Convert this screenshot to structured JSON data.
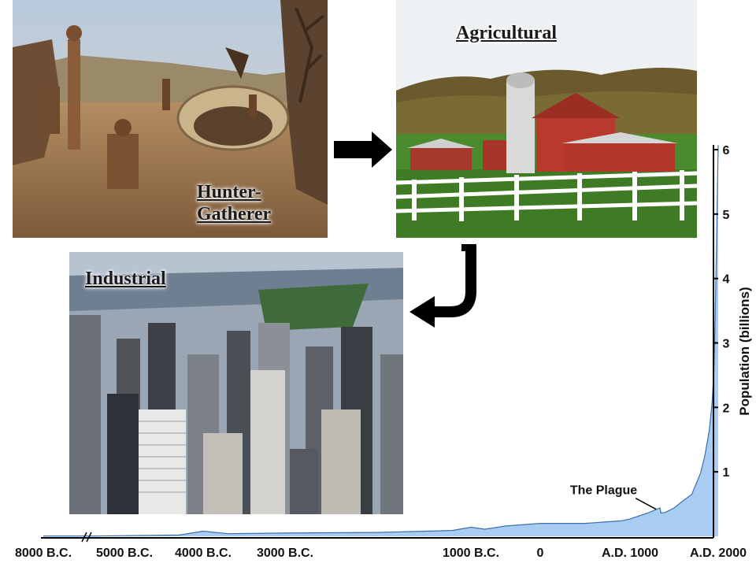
{
  "photos": {
    "hunter_gatherer": {
      "label": "Hunter-Gatherer",
      "label_line1": "Hunter-",
      "label_line2": "Gatherer"
    },
    "agricultural": {
      "label": "Agricultural"
    },
    "industrial": {
      "label": "Industrial"
    }
  },
  "colors": {
    "area_fill": "#a9cdf2",
    "area_stroke": "#3a6fb0",
    "arrow": "#000000"
  },
  "icons": {
    "arrow_right": "arrow-right-icon",
    "arrow_curved": "curved-arrow-down-left-icon"
  },
  "chart_data": {
    "type": "area",
    "title": "",
    "xlabel": "",
    "ylabel": "Population (billions)",
    "x_tick_labels": [
      "8000 B.C.",
      "5000 B.C.",
      "4000 B.C.",
      "3000 B.C.",
      "1000 B.C.",
      "0",
      "A.D. 1000",
      "A.D. 2000"
    ],
    "x_tick_years": [
      -8000,
      -5000,
      -4000,
      -3000,
      -1000,
      0,
      1000,
      2000
    ],
    "ylim": [
      0,
      6
    ],
    "y_ticks": [
      1,
      2,
      3,
      4,
      5,
      6
    ],
    "grid": false,
    "series": [
      {
        "x": [
          -8000,
          -6000,
          -5000,
          -4300,
          -4000,
          -3700,
          -3000,
          -2000,
          -1200,
          -1000,
          -800,
          -500,
          0,
          500,
          900,
          1000,
          1200,
          1340,
          1350,
          1400,
          1500,
          1600,
          1700,
          1800,
          1850,
          1900,
          1930,
          1950,
          1960,
          1970,
          1980,
          1990,
          2000
        ],
        "y": [
          0.005,
          0.005,
          0.01,
          0.02,
          0.08,
          0.04,
          0.05,
          0.06,
          0.09,
          0.14,
          0.11,
          0.16,
          0.2,
          0.2,
          0.24,
          0.27,
          0.36,
          0.44,
          0.36,
          0.37,
          0.44,
          0.55,
          0.65,
          0.98,
          1.26,
          1.65,
          2.07,
          2.52,
          3.02,
          3.7,
          4.45,
          5.3,
          6.07
        ]
      }
    ],
    "annotations": [
      {
        "text": "The Plague",
        "x": 1350,
        "y": 0.37
      }
    ]
  }
}
